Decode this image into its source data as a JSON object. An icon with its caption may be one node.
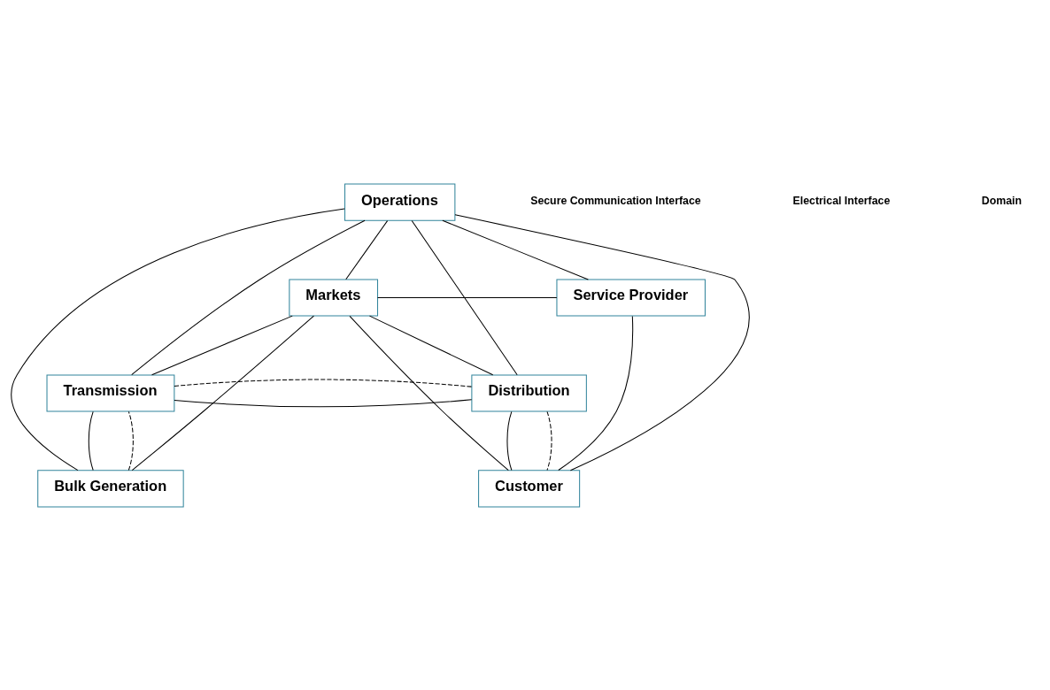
{
  "diagram": {
    "nodes": [
      {
        "text": [
          "Operations"
        ]
      },
      {
        "text": [
          "Markets"
        ]
      },
      {
        "text": [
          "Service Provider"
        ]
      },
      {
        "text": [
          "Bulk Generation"
        ]
      },
      {
        "text": [
          "Customer"
        ]
      },
      {
        "text": [
          "Transmission"
        ]
      },
      {
        "text": [
          "Distribution"
        ]
      }
    ],
    "edges": [
      {
        "from": 1,
        "to": 0,
        "arrow": "none"
      },
      {
        "from": 1,
        "to": 2,
        "arrow": "none"
      },
      {
        "from": 0,
        "to": 2,
        "arrow": "none"
      },
      {
        "from": 0,
        "to": 3,
        "arrow": "none"
      },
      {
        "from": 0,
        "to": 5,
        "arrow": "none"
      },
      {
        "from": 0,
        "to": 6,
        "arrow": "none"
      },
      {
        "from": 0,
        "to": 4,
        "arrow": "none"
      },
      {
        "from": 1,
        "to": 3,
        "arrow": "none"
      },
      {
        "from": 1,
        "to": 5,
        "arrow": "none"
      },
      {
        "from": 1,
        "to": 6,
        "arrow": "none"
      },
      {
        "from": 1,
        "to": 4,
        "arrow": "none"
      },
      {
        "from": 2,
        "to": 4,
        "arrow": "none"
      },
      {
        "from": 3,
        "to": 5,
        "arrow": "none"
      },
      {
        "from": 5,
        "to": 6,
        "arrow": "none"
      },
      {
        "from": 6,
        "to": 4,
        "arrow": "none"
      },
      {
        "from": 3,
        "to": 5,
        "arrow": "none",
        "style": "dashed"
      },
      {
        "from": 5,
        "to": 6,
        "arrow": "none",
        "style": "dashed"
      },
      {
        "from": 6,
        "to": 4,
        "arrow": "none",
        "style": "dashed"
      }
    ],
    "legend": [
      {
        "text": "Secure Communication Interface"
      },
      {
        "text": "Electrical Interface"
      },
      {
        "text": "Domain"
      }
    ]
  }
}
